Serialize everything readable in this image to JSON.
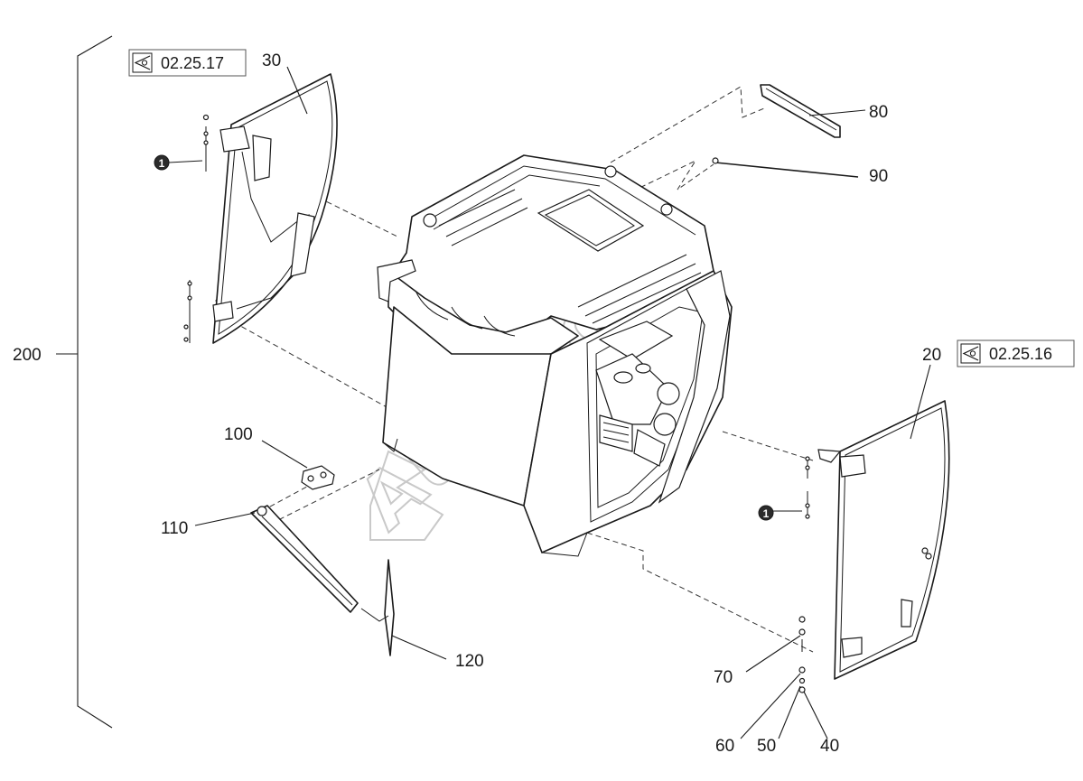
{
  "diagram": {
    "callouts": [
      {
        "id": "c30",
        "text": "30"
      },
      {
        "id": "c80",
        "text": "80"
      },
      {
        "id": "c90",
        "text": "90"
      },
      {
        "id": "c200",
        "text": "200"
      },
      {
        "id": "c20",
        "text": "20"
      },
      {
        "id": "c100",
        "text": "100"
      },
      {
        "id": "c110",
        "text": "110"
      },
      {
        "id": "c120",
        "text": "120"
      },
      {
        "id": "c70",
        "text": "70"
      },
      {
        "id": "c60",
        "text": "60"
      },
      {
        "id": "c50",
        "text": "50"
      },
      {
        "id": "c40",
        "text": "40"
      }
    ],
    "references": [
      {
        "id": "ref-left",
        "text": "02.25.17",
        "icon": "view-eye-icon"
      },
      {
        "id": "ref-right",
        "text": "02.25.16",
        "icon": "view-eye-icon"
      }
    ],
    "markers": [
      {
        "id": "m1",
        "text": "1"
      },
      {
        "id": "m2",
        "text": "1"
      }
    ],
    "watermark": "AutoSoft"
  }
}
